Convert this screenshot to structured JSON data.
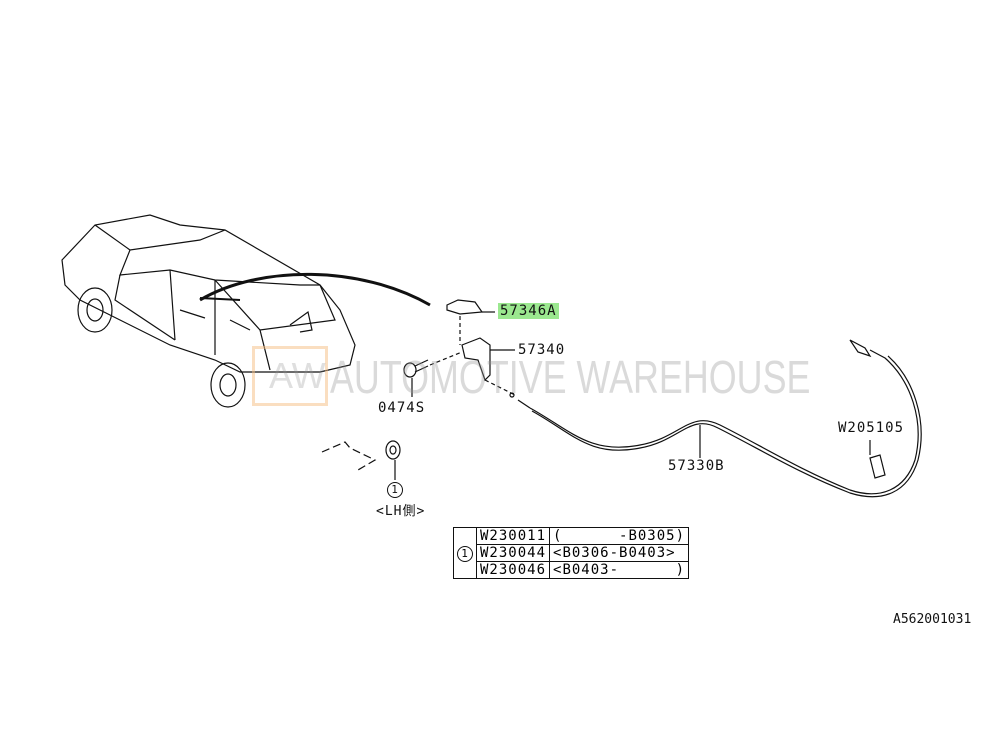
{
  "callouts": {
    "p57346A": "57346A",
    "p57340": "57340",
    "p0474S": "0474S",
    "p57330B": "57330B",
    "pW205105": "W205105",
    "ref1": "1",
    "lh": "<LH側>"
  },
  "watermark": {
    "logo": "AW",
    "text": "AUTOMOTIVE WAREHOUSE"
  },
  "parts_table": {
    "ref": "1",
    "rows": [
      {
        "part": "W230011",
        "range": "(      -B0305)"
      },
      {
        "part": "W230044",
        "range": "<B0306-B0403>"
      },
      {
        "part": "W230046",
        "range": "<B0403-      )"
      }
    ]
  },
  "diagram_code": "A562001031",
  "highlight_color": "#9be88f"
}
